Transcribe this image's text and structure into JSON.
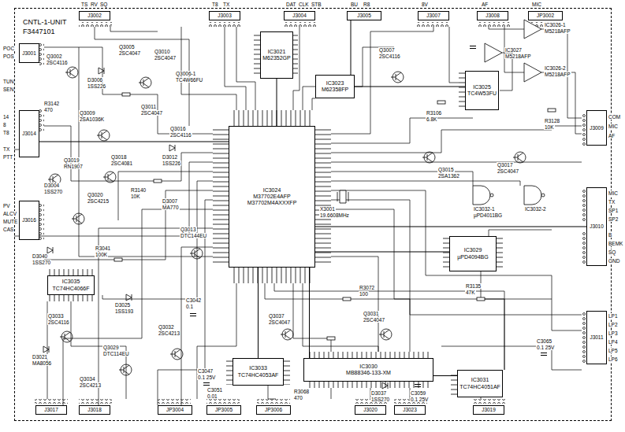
{
  "diagram": {
    "nodes": [
      {
        "text": [
          "CNTL-1-UNIT",
          "F3447101"
        ]
      },
      {
        "text": [
          "J3002"
        ],
        "in": 0
      },
      {
        "text": [
          "J3003"
        ],
        "in": 0
      },
      {
        "text": [
          "J3004"
        ],
        "in": 0
      },
      {
        "text": [
          "J3005"
        ],
        "in": 0
      },
      {
        "text": [
          "J3007"
        ],
        "in": 0
      },
      {
        "text": [
          "J3008"
        ],
        "in": 0
      },
      {
        "text": [
          "JP3002"
        ],
        "in": 0
      },
      {
        "text": [
          "J3001"
        ],
        "in": 0
      },
      {
        "text": [
          "J3014"
        ],
        "in": 0
      },
      {
        "text": [
          "J3016"
        ],
        "in": 0
      },
      {
        "text": [
          "J3009"
        ],
        "in": 0
      },
      {
        "text": [
          "J3010"
        ],
        "in": 0
      },
      {
        "text": [
          "J3011"
        ],
        "in": 0
      },
      {
        "text": [
          "J3017"
        ],
        "in": 0
      },
      {
        "text": [
          "J3018"
        ],
        "in": 0
      },
      {
        "text": [
          "JP3004"
        ],
        "in": 0
      },
      {
        "text": [
          "JP3005"
        ],
        "in": 0
      },
      {
        "text": [
          "JP3006"
        ],
        "in": 0
      },
      {
        "text": [
          "J3020"
        ],
        "in": 0
      },
      {
        "text": [
          "J3023"
        ],
        "in": 0
      },
      {
        "text": [
          "J3019"
        ],
        "in": 0
      },
      {
        "text": [
          "IC3024",
          "M37702E4AFP",
          "M37702M4AXXXFP"
        ],
        "in": 0
      },
      {
        "text": [
          "IC3021",
          "M62352GP"
        ],
        "in": 0
      },
      {
        "text": [
          "IC3023",
          "M62358FP"
        ],
        "in": 0
      },
      {
        "text": [
          "IC3025",
          "TC4W53FU"
        ],
        "in": 0
      },
      {
        "text": [
          "IC3029",
          "µPD4094BG"
        ],
        "in": 0
      },
      {
        "text": [
          "IC3030",
          "MB88346-133-XM"
        ],
        "in": 0
      },
      {
        "text": [
          "IC3031",
          "TC74HC4051AF"
        ],
        "in": 0
      },
      {
        "text": [
          "IC3033",
          "TC74HC4053AF"
        ],
        "in": 0
      },
      {
        "text": [
          "IC3035",
          "TC74HC4066F"
        ],
        "in": 0
      }
    ],
    "edges": [
      {
        "from": 22,
        "to": 12,
        "arrow": "none"
      },
      {
        "from": 22,
        "to": 27,
        "arrow": "none"
      },
      {
        "from": 22,
        "to": 29,
        "arrow": "none"
      },
      {
        "from": 22,
        "to": 23,
        "arrow": "none"
      },
      {
        "from": 22,
        "to": 26,
        "arrow": "none"
      },
      {
        "from": 27,
        "to": 28,
        "arrow": "none"
      },
      {
        "from": 22,
        "to": 9,
        "arrow": "none"
      },
      {
        "from": 4,
        "to": 24,
        "arrow": "none"
      },
      {
        "from": 24,
        "to": 25,
        "arrow": "none"
      }
    ],
    "labels": [
      "TS",
      "RV",
      "SQ",
      "T8",
      "TX",
      "DAT",
      "CLK",
      "STB",
      "BU",
      "R8",
      "8V",
      "AF",
      "MIC",
      "POC",
      "POS",
      "TUN",
      "SEN",
      "14",
      "8",
      "T8",
      "TX",
      "PTT",
      "PV",
      "ALCV",
      "MUTE",
      "CAS",
      "COM",
      "MIC",
      "AF",
      "MIC",
      "TX",
      "SP1",
      "SP2",
      "B",
      "BEMK",
      "SQ",
      "GND",
      "LP1",
      "LP2",
      "LP3",
      "LP4",
      "LP5",
      "LP6",
      "Q3002",
      "2SC4116",
      "Q3005",
      "2SC4047",
      "D3006",
      "1SS226",
      "R3142",
      "470",
      "Q3010",
      "2SC4047",
      "Q3006-1",
      "TC4W66FU",
      "Q3009",
      "2SA1036K",
      "Q3011",
      "2SC4047",
      "Q3019",
      "RN1907",
      "Q3018",
      "2SC4081",
      "D3012",
      "1SS226",
      "Q3016",
      "2SC4116",
      "Q3020",
      "2SC4215",
      "R3140",
      "10K",
      "D3004",
      "1SS270",
      "D3007",
      "MA770",
      "Q3013",
      "DTC144EU",
      "R3041",
      "100K",
      "D3040",
      "1SS270",
      "Q3033",
      "2SC4116",
      "D3025",
      "1SS193",
      "Q3029",
      "DTC114EU",
      "D3021",
      "MA8056",
      "Q3034",
      "2SC4213",
      "Q3032",
      "2SC4213",
      "C3042",
      "0.1",
      "Q3037",
      "2SC4047",
      "C3047",
      "0.1 25V",
      "C3051",
      "0.01",
      "R3068",
      "470",
      "Q3031",
      "2SC4047",
      "R3072",
      "100",
      "C3059",
      "0.1 25V",
      "D3037",
      "1SS270",
      "Q3017",
      "2SC4047",
      "Q3015",
      "2SA1362",
      "X3001",
      "19.6608MHz",
      "Q3007",
      "2SC4116",
      "IC3026-1",
      "M5218AFP",
      "IC3026-2",
      "M5218AFP",
      "IC3027",
      "M5218AFP",
      "R3106",
      "6.8K",
      "R3128",
      "10K",
      "IC3032-1",
      "µPD4011BG",
      "IC3032-2",
      "R3135",
      "47K",
      "C3065",
      "0.1 25V"
    ]
  }
}
